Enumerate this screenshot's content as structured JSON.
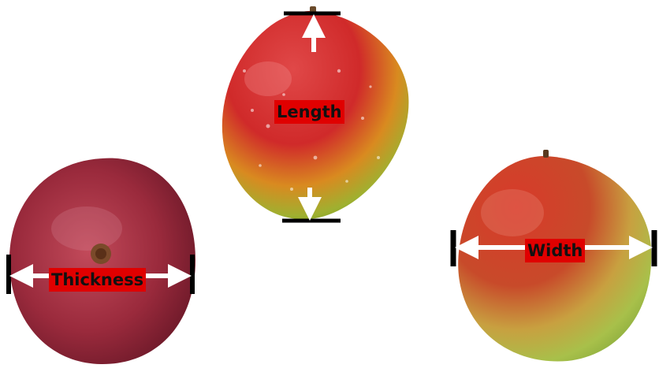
{
  "figure": {
    "labels": {
      "length": "Length",
      "thickness": "Thickness",
      "width": "Width"
    }
  },
  "colors": {
    "label_background": "#e00000",
    "label_text": "#111111",
    "arrow": "#ffffff",
    "measure_bar": "#000000"
  }
}
